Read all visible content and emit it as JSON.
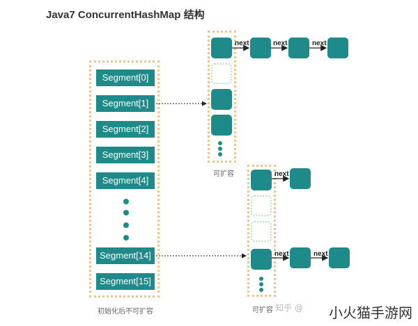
{
  "title": "Java7 ConcurrentHashMap 结构",
  "segments": [
    "Segment[0]",
    "Segment[1]",
    "Segment[2]",
    "Segment[3]",
    "Segment[4]",
    "Segment[14]",
    "Segment[15]"
  ],
  "segments_caption": "初始化后不可扩容",
  "table1_caption": "可扩容",
  "table2_caption": "可扩容",
  "next_label": "next",
  "watermark": "小火猫手游网",
  "watermark_source": "知乎 @",
  "colors": {
    "node": "#1f8a8a",
    "container_border": "#f2c48d",
    "empty_slot": "#b9e3bd"
  }
}
